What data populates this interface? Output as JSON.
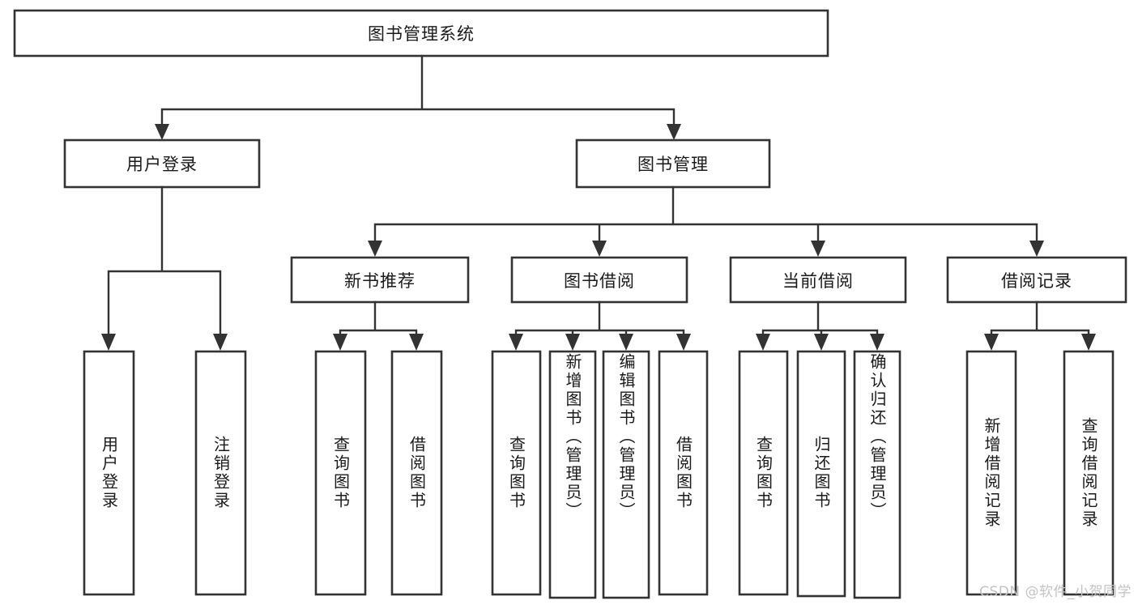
{
  "diagram": {
    "type": "tree",
    "title": "图书管理系统",
    "root": {
      "label": "图书管理系统",
      "children": [
        {
          "label": "用户登录",
          "children": [
            {
              "label": "用户登录"
            },
            {
              "label": "注销登录"
            }
          ]
        },
        {
          "label": "图书管理",
          "children": [
            {
              "label": "新书推荐",
              "children": [
                {
                  "label": "查询图书"
                },
                {
                  "label": "借阅图书"
                }
              ]
            },
            {
              "label": "图书借阅",
              "children": [
                {
                  "label": "查询图书"
                },
                {
                  "label": "新增图书（管理员）"
                },
                {
                  "label": "编辑图书（管理员）"
                },
                {
                  "label": "借阅图书"
                }
              ]
            },
            {
              "label": "当前借阅",
              "children": [
                {
                  "label": "查询图书"
                },
                {
                  "label": "归还图书"
                },
                {
                  "label": "确认归还（管理员）"
                }
              ]
            },
            {
              "label": "借阅记录",
              "children": [
                {
                  "label": "新增借阅记录"
                },
                {
                  "label": "查询借阅记录"
                }
              ]
            }
          ]
        }
      ]
    },
    "nodes": {
      "root": "图书管理系统",
      "l2_user_login": "用户登录",
      "l2_book_mgmt": "图书管理",
      "l3_new_book_rec": "新书推荐",
      "l3_book_borrow": "图书借阅",
      "l3_current_borrow": "当前借阅",
      "l3_borrow_record": "借阅记录",
      "leaf_user_login": "用户登录",
      "leaf_logout": "注销登录",
      "leaf_query_book_1": "查询图书",
      "leaf_borrow_book_1": "借阅图书",
      "leaf_query_book_2": "查询图书",
      "leaf_add_book_admin": "新增图书（管理员）",
      "leaf_edit_book_admin": "编辑图书（管理员）",
      "leaf_borrow_book_2": "借阅图书",
      "leaf_query_book_3": "查询图书",
      "leaf_return_book": "归还图书",
      "leaf_confirm_return_admin": "确认归还（管理员）",
      "leaf_add_borrow_record": "新增借阅记录",
      "leaf_query_borrow_record": "查询借阅记录"
    },
    "colors": {
      "stroke": "#333333",
      "fill": "#ffffff",
      "text": "#1a1a1a",
      "watermark": "#c3c3c3",
      "background": "#ffffff"
    }
  },
  "watermark": {
    "text": "CSDN @软件_小贺同学"
  }
}
